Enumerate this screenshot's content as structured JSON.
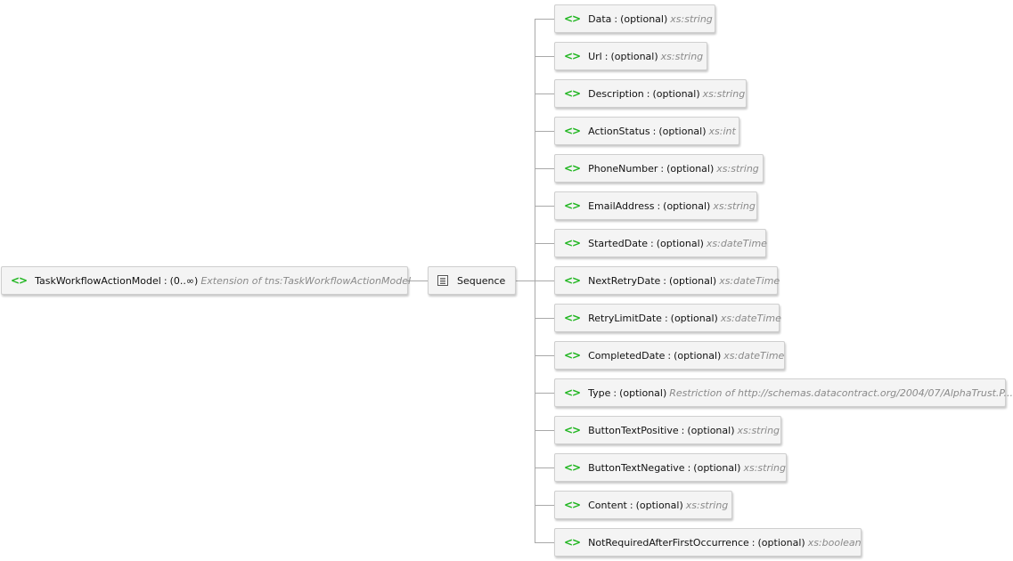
{
  "root": {
    "name": "TaskWorkflowActionModel",
    "occurrence": "(0..∞)",
    "type": "Extension of tns:TaskWorkflowActionModel",
    "icon": "element-icon"
  },
  "sequence": {
    "label": "Sequence",
    "icon": "sequence-icon"
  },
  "separator": ":",
  "element_icon_glyph": "<>",
  "children": [
    {
      "name": "Data",
      "occurrence": "(optional)",
      "type": "xs:string"
    },
    {
      "name": "Url",
      "occurrence": "(optional)",
      "type": "xs:string"
    },
    {
      "name": "Description",
      "occurrence": "(optional)",
      "type": "xs:string"
    },
    {
      "name": "ActionStatus",
      "occurrence": "(optional)",
      "type": "xs:int"
    },
    {
      "name": "PhoneNumber",
      "occurrence": "(optional)",
      "type": "xs:string"
    },
    {
      "name": "EmailAddress",
      "occurrence": "(optional)",
      "type": "xs:string"
    },
    {
      "name": "StartedDate",
      "occurrence": "(optional)",
      "type": "xs:dateTime"
    },
    {
      "name": "NextRetryDate",
      "occurrence": "(optional)",
      "type": "xs:dateTime"
    },
    {
      "name": "RetryLimitDate",
      "occurrence": "(optional)",
      "type": "xs:dateTime"
    },
    {
      "name": "CompletedDate",
      "occurrence": "(optional)",
      "type": "xs:dateTime"
    },
    {
      "name": "Type",
      "occurrence": "(optional)",
      "type": "Restriction of http://schemas.datacontract.org/2004/07/AlphaTrust.P..."
    },
    {
      "name": "ButtonTextPositive",
      "occurrence": "(optional)",
      "type": "xs:string"
    },
    {
      "name": "ButtonTextNegative",
      "occurrence": "(optional)",
      "type": "xs:string"
    },
    {
      "name": "Content",
      "occurrence": "(optional)",
      "type": "xs:string"
    },
    {
      "name": "NotRequiredAfterFirstOccurrence",
      "occurrence": "(optional)",
      "type": "xs:boolean"
    }
  ],
  "colors": {
    "element_icon": "#1fb51f",
    "type_text": "#8a8a8a",
    "connector": "#a9a9a9",
    "node_bg": "#f4f4f4"
  }
}
